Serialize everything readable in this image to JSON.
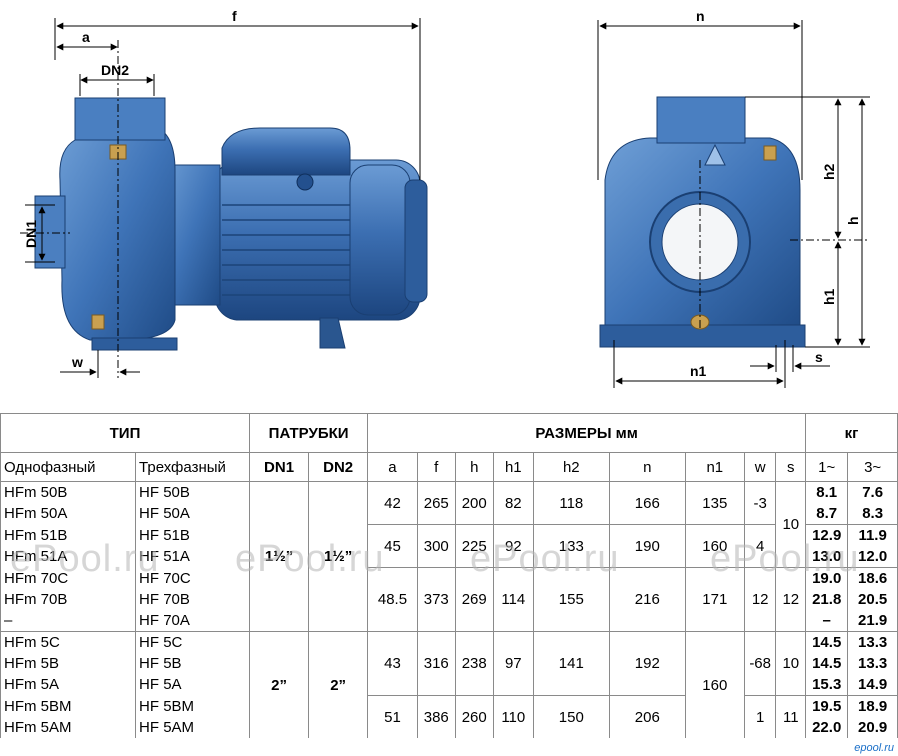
{
  "dims": {
    "side": {
      "f": "f",
      "a": "a",
      "dn2": "DN2",
      "dn1": "DN1",
      "w": "w"
    },
    "front": {
      "n": "n",
      "h2": "h2",
      "h": "h",
      "h1": "h1",
      "n1": "n1",
      "s": "s"
    }
  },
  "table": {
    "group_headers": {
      "type": "ТИП",
      "ports": "ПАТРУБКИ",
      "dims": "РАЗМЕРЫ мм",
      "weight": "кг"
    },
    "col_headers": [
      "Однофазный",
      "Трехфазный",
      "DN1",
      "DN2",
      "a",
      "f",
      "h",
      "h1",
      "h2",
      "n",
      "n1",
      "w",
      "s",
      "1~",
      "3~"
    ],
    "models": [
      [
        "HFm 50B",
        "HF 50B"
      ],
      [
        "HFm 50A",
        "HF 50A"
      ],
      [
        "HFm 51B",
        "HF 51B"
      ],
      [
        "HFm 51A",
        "HF 51A"
      ],
      [
        "HFm 70C",
        "HF 70C"
      ],
      [
        "HFm 70B",
        "HF 70B"
      ],
      [
        "–",
        "HF 70A"
      ],
      [
        "HFm 5C",
        "HF 5C"
      ],
      [
        "HFm 5B",
        "HF 5B"
      ],
      [
        "HFm 5A",
        "HF 5A"
      ],
      [
        "HFm 5BM",
        "HF 5BM"
      ],
      [
        "HFm 5AM",
        "HF 5AM"
      ]
    ],
    "ports": {
      "g1_dn1": "1½”",
      "g1_dn2": "1½”",
      "g2_dn1": "2”",
      "g2_dn2": "2”"
    },
    "dimgroups": [
      {
        "a": "42",
        "f": "265",
        "h": "200",
        "h1": "82",
        "h2": "118",
        "n": "166",
        "n1": "135",
        "w": "-3"
      },
      {
        "a": "45",
        "f": "300",
        "h": "225",
        "h1": "92",
        "h2": "133",
        "n": "190",
        "n1": "160",
        "w": "4"
      },
      {
        "a": "48.5",
        "f": "373",
        "h": "269",
        "h1": "114",
        "h2": "155",
        "n": "216",
        "n1": "171",
        "w": "12"
      },
      {
        "a": "43",
        "f": "316",
        "h": "238",
        "h1": "97",
        "h2": "141",
        "n": "192",
        "n1": "160",
        "w": "-68"
      },
      {
        "a": "51",
        "f": "386",
        "h": "260",
        "h1": "110",
        "h2": "150",
        "n": "206",
        "w": "1"
      }
    ],
    "s_values": [
      "10",
      "12",
      "10",
      "11"
    ],
    "weights_1": [
      "8.1",
      "8.7",
      "12.9",
      "13.0",
      "19.0",
      "21.8",
      "–",
      "14.5",
      "14.5",
      "15.3",
      "19.5",
      "22.0"
    ],
    "weights_3": [
      "7.6",
      "8.3",
      "11.9",
      "12.0",
      "18.6",
      "20.5",
      "21.9",
      "13.3",
      "13.3",
      "14.9",
      "18.9",
      "20.9"
    ]
  },
  "watermark": "ePool.ru",
  "corner_mark": "epool.ru"
}
